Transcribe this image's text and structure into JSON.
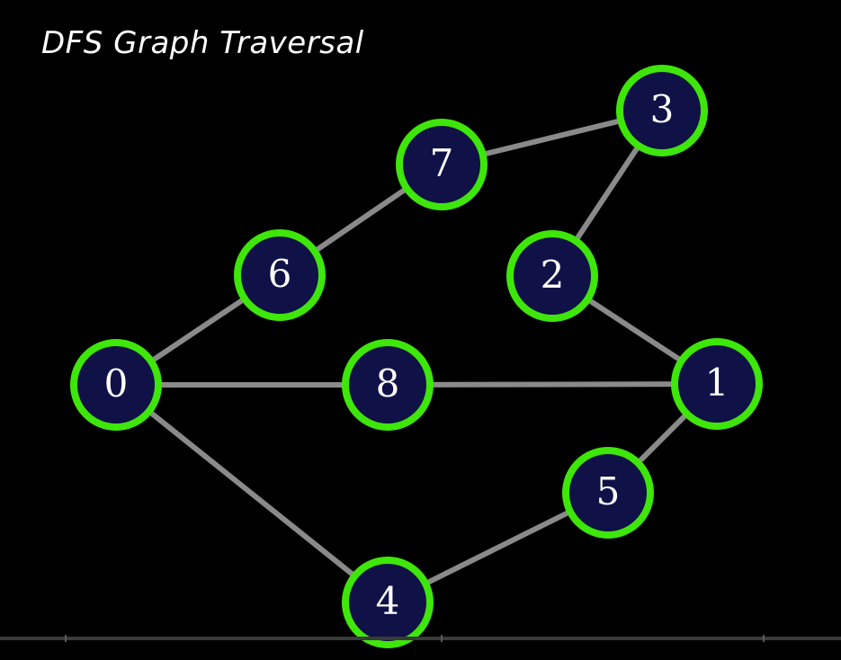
{
  "title": "DFS Graph Traversal",
  "colors": {
    "background": "#000000",
    "node_fill": "#0f1147",
    "node_stroke": "#3ee60a",
    "edge": "#8a8a8a",
    "label": "#ffffff"
  },
  "graph": {
    "nodes": [
      {
        "id": "0",
        "label": "0"
      },
      {
        "id": "1",
        "label": "1"
      },
      {
        "id": "2",
        "label": "2"
      },
      {
        "id": "3",
        "label": "3"
      },
      {
        "id": "4",
        "label": "4"
      },
      {
        "id": "5",
        "label": "5"
      },
      {
        "id": "6",
        "label": "6"
      },
      {
        "id": "7",
        "label": "7"
      },
      {
        "id": "8",
        "label": "8"
      }
    ],
    "edges": [
      [
        "0",
        "6"
      ],
      [
        "0",
        "8"
      ],
      [
        "0",
        "4"
      ],
      [
        "6",
        "7"
      ],
      [
        "7",
        "3"
      ],
      [
        "3",
        "2"
      ],
      [
        "2",
        "1"
      ],
      [
        "8",
        "1"
      ],
      [
        "1",
        "5"
      ],
      [
        "5",
        "4"
      ]
    ]
  }
}
